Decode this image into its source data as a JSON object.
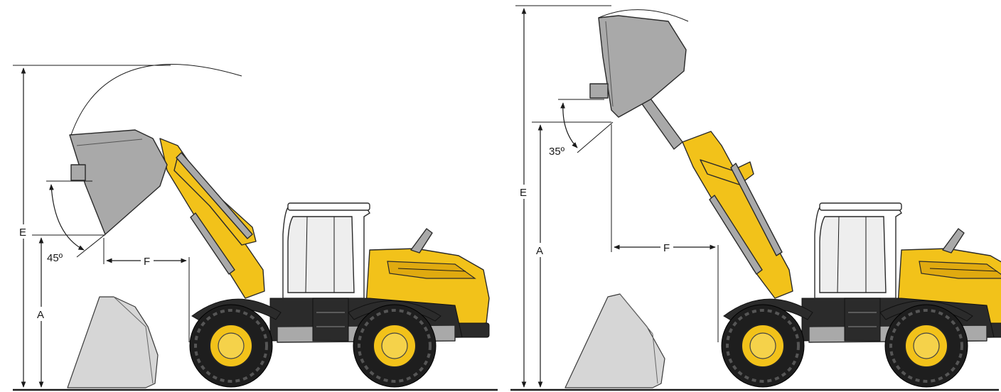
{
  "left_view": {
    "angle_label": "45º",
    "label_e": "E",
    "label_a": "A",
    "label_f": "F"
  },
  "right_view": {
    "angle_label": "35º",
    "label_e": "E",
    "label_a": "A",
    "label_f": "F"
  },
  "colors": {
    "machine_yellow": "#f2c21a",
    "bucket_gray": "#a9a9a9",
    "outline": "#2a2a2a"
  }
}
